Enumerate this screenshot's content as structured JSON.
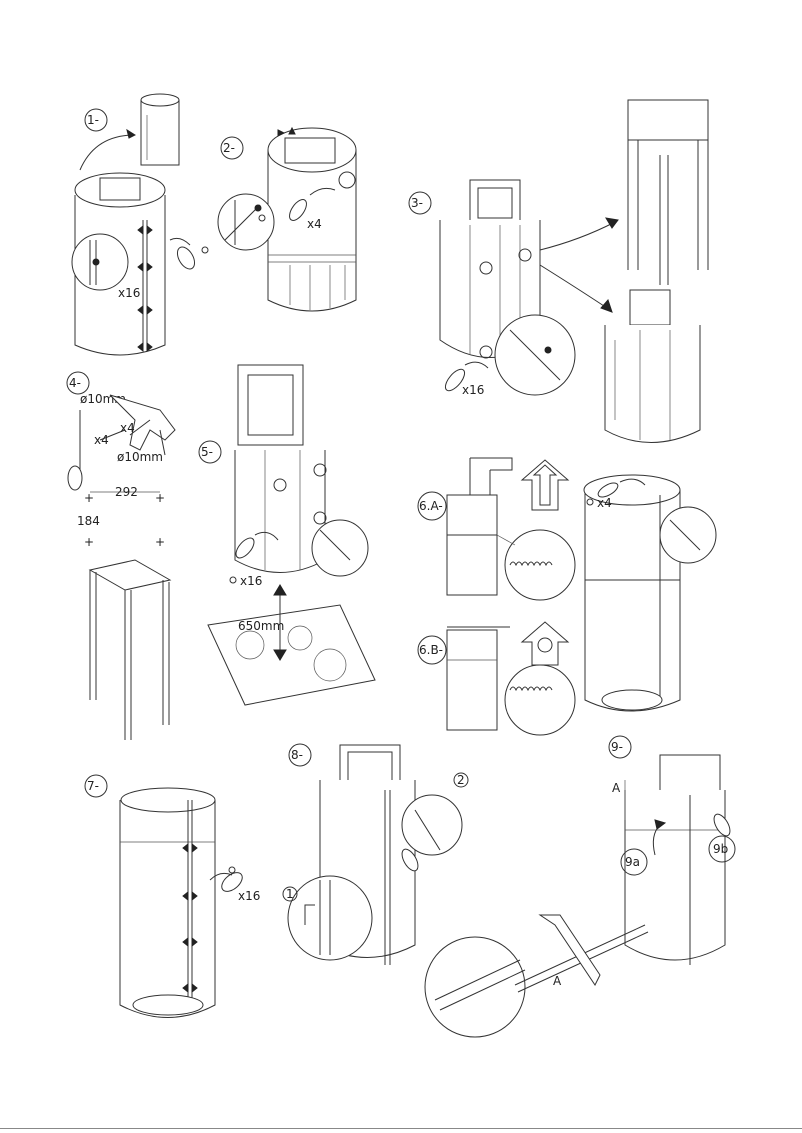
{
  "steps": {
    "s1": "1-",
    "s2": "2-",
    "s3": "3-",
    "s4": "4-",
    "s5": "5-",
    "s6a": "6.A-",
    "s6b": "6.B-",
    "s7": "7-",
    "s8": "8-",
    "s9": "9-"
  },
  "labels": {
    "x16_a": "x16",
    "x4_a": "x4",
    "x16_b": "x16",
    "phi10mm_a": "ø10mm",
    "x4_b": "x4",
    "x4_c": "x4",
    "phi10mm_b": "ø10mm",
    "dim292": "292",
    "dim184": "184",
    "x16_c": "x16",
    "dim650": "650mm",
    "x4_d": "x4",
    "x16_d": "x16",
    "n1": "1",
    "n2": "2",
    "a_top": "A",
    "n9a": "9a",
    "n9b": "9b",
    "a_bottom": "A"
  }
}
